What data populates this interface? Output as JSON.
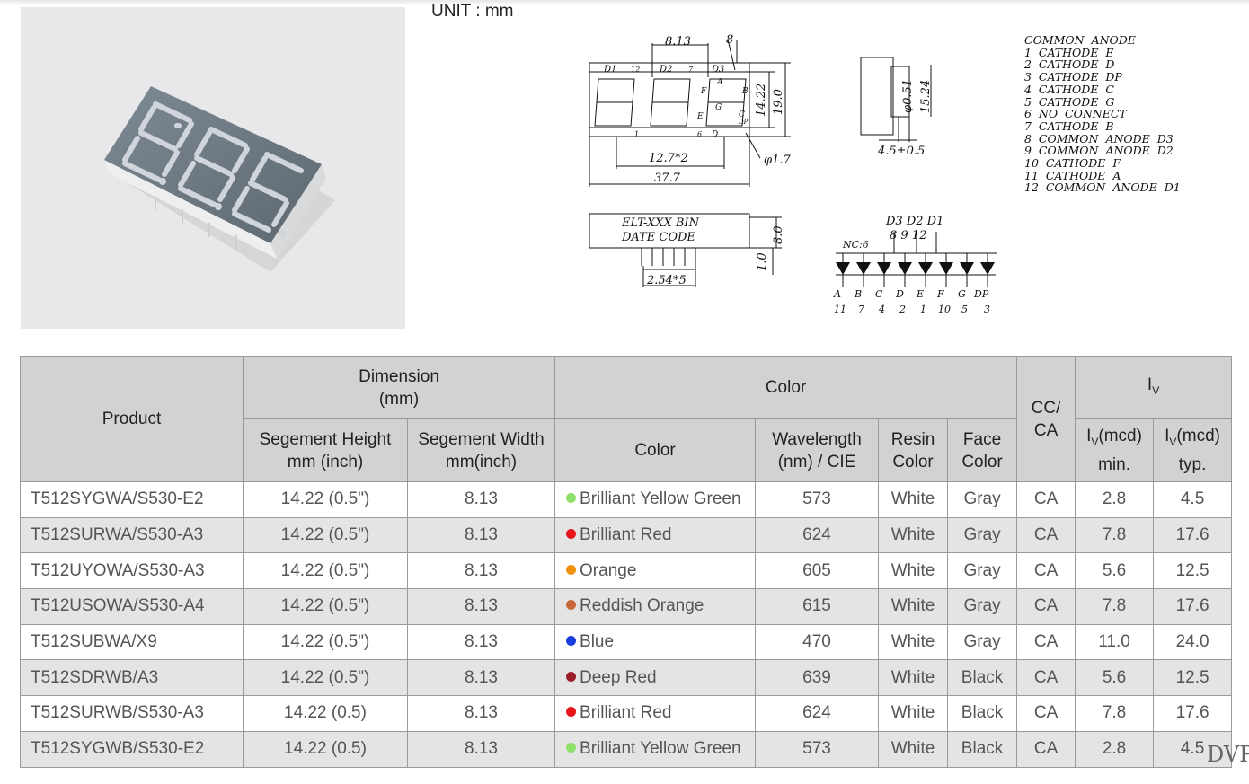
{
  "unit_label": "UNIT : mm",
  "dimensions": {
    "digit_pitch": "8.13",
    "slant": "8",
    "height": "14.22",
    "overall_height": "19.0",
    "pin_span": "12.7*2",
    "width": "37.7",
    "pin_dia": "φ1.7",
    "pin_dia2": "φ0.51",
    "side_height": "15.24",
    "depth": "4.5±0.5",
    "label1": "ELT-XXX  BIN",
    "label2": "DATE    CODE",
    "body_height": "8.0",
    "standoff": "1.0",
    "pin_pitch": "2.54*5",
    "digit_labels": [
      "D1",
      "D2",
      "D3"
    ],
    "seg_labels": [
      "F",
      "A",
      "B",
      "E",
      "G",
      "C",
      "D",
      "DP"
    ],
    "pin_marks": [
      "12",
      "1",
      "6",
      "7"
    ]
  },
  "circuit": {
    "commons": "D3 D2 D1",
    "common_pins": "8   9  12",
    "nc": "NC:6",
    "segments": [
      "A",
      "B",
      "C",
      "D",
      "E",
      "F",
      "G",
      "DP"
    ],
    "pins": [
      "11",
      "7",
      "4",
      "2",
      "1",
      "10",
      "5",
      "3"
    ]
  },
  "pinout": [
    "COMMON  ANODE",
    "1  CATHODE  E",
    "2  CATHODE  D",
    "3  CATHODE  DP",
    "4  CATHODE  C",
    "5  CATHODE  G",
    "6  NO  CONNECT",
    "7  CATHODE  B",
    "8  COMMON  ANODE  D3",
    "9  COMMON  ANODE  D2",
    "10  CATHODE  F",
    "11  CATHODE  A",
    "12  COMMON  ANODE  D1"
  ],
  "table": {
    "headers": {
      "product": "Product",
      "dimension": "Dimension\n(mm)",
      "color_group": "Color",
      "cc_ca": "CC/\nCA",
      "iv": "I",
      "iv_sub": "V",
      "seg_height": "Segement Height\nmm (inch)",
      "seg_width": "Segement Width\nmm(inch)",
      "color": "Color",
      "wavelength": "Wavelength\n(nm) / CIE",
      "resin": "Resin\nColor",
      "face": "Face\nColor",
      "iv_min_pre": "I",
      "iv_min_post": "(mcd)\nmin.",
      "iv_typ_pre": "I",
      "iv_typ_post": "(mcd)\ntyp."
    },
    "rows": [
      {
        "product": "T512SYGWA/S530-E2",
        "height": "14.22 (0.5\")",
        "width": "8.13",
        "dot": "#8fe06a",
        "color": "Brilliant Yellow Green",
        "wl": "573",
        "resin": "White",
        "face": "Gray",
        "cc": "CA",
        "min": "2.8",
        "typ": "4.5"
      },
      {
        "product": "T512SURWA/S530-A3",
        "height": "14.22 (0.5\")",
        "width": "8.13",
        "dot": "#e8141a",
        "color": "Brilliant Red",
        "wl": "624",
        "resin": "White",
        "face": "Gray",
        "cc": "CA",
        "min": "7.8",
        "typ": "17.6"
      },
      {
        "product": "T512UYOWA/S530-A3",
        "height": "14.22 (0.5\")",
        "width": "8.13",
        "dot": "#f0900f",
        "color": "Orange",
        "wl": "605",
        "resin": "White",
        "face": "Gray",
        "cc": "CA",
        "min": "5.6",
        "typ": "12.5"
      },
      {
        "product": "T512USOWA/S530-A4",
        "height": "14.22 (0.5\")",
        "width": "8.13",
        "dot": "#c8683a",
        "color": "Reddish Orange",
        "wl": "615",
        "resin": "White",
        "face": "Gray",
        "cc": "CA",
        "min": "7.8",
        "typ": "17.6"
      },
      {
        "product": "T512SUBWA/X9",
        "height": "14.22 (0.5\")",
        "width": "8.13",
        "dot": "#1a3fe0",
        "color": "Blue",
        "wl": "470",
        "resin": "White",
        "face": "Gray",
        "cc": "CA",
        "min": "11.0",
        "typ": "24.0"
      },
      {
        "product": "T512SDRWB/A3",
        "height": "14.22 (0.5\")",
        "width": "8.13",
        "dot": "#9a1e28",
        "color": "Deep Red",
        "wl": "639",
        "resin": "White",
        "face": "Black",
        "cc": "CA",
        "min": "5.6",
        "typ": "12.5"
      },
      {
        "product": "T512SURWB/S530-A3",
        "height": "14.22 (0.5)",
        "width": "8.13",
        "dot": "#e8141a",
        "color": "Brilliant Red",
        "wl": "624",
        "resin": "White",
        "face": "Black",
        "cc": "CA",
        "min": "7.8",
        "typ": "17.6"
      },
      {
        "product": "T512SYGWB/S530-E2",
        "height": "14.22 (0.5)",
        "width": "8.13",
        "dot": "#8fe06a",
        "color": "Brilliant Yellow Green",
        "wl": "573",
        "resin": "White",
        "face": "Black",
        "cc": "CA",
        "min": "2.8",
        "typ": "4.5"
      }
    ]
  },
  "watermark": "DVP"
}
